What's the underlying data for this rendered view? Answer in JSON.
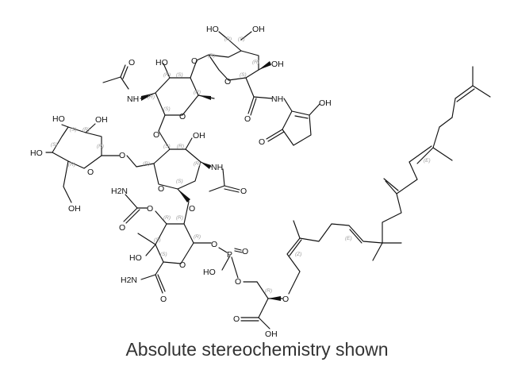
{
  "caption": "Absolute stereochemistry shown",
  "labels": {
    "top_ho": "HO",
    "top_oh": "OH",
    "top_oh2": "OH",
    "nh_amide": "NH",
    "enol_oh": "OH",
    "ho_a": "HO",
    "ring_b_oh": "OH",
    "nh_b": "NH",
    "gal_ho1": "HO",
    "gal_oh1": "OH",
    "gal_ho2": "HO",
    "gal_oh3": "OH",
    "c_oh": "OH",
    "nh_c": "NH",
    "h2n_1": "H2N",
    "ho_d": "HO",
    "h2n_2": "H2N",
    "p_oh": "HO",
    "p": "P",
    "acid_oh": "OH",
    "o": "O"
  },
  "stereo": {
    "R": "(R)",
    "S": "(S)",
    "Z": "(Z)",
    "E": "(E)"
  }
}
